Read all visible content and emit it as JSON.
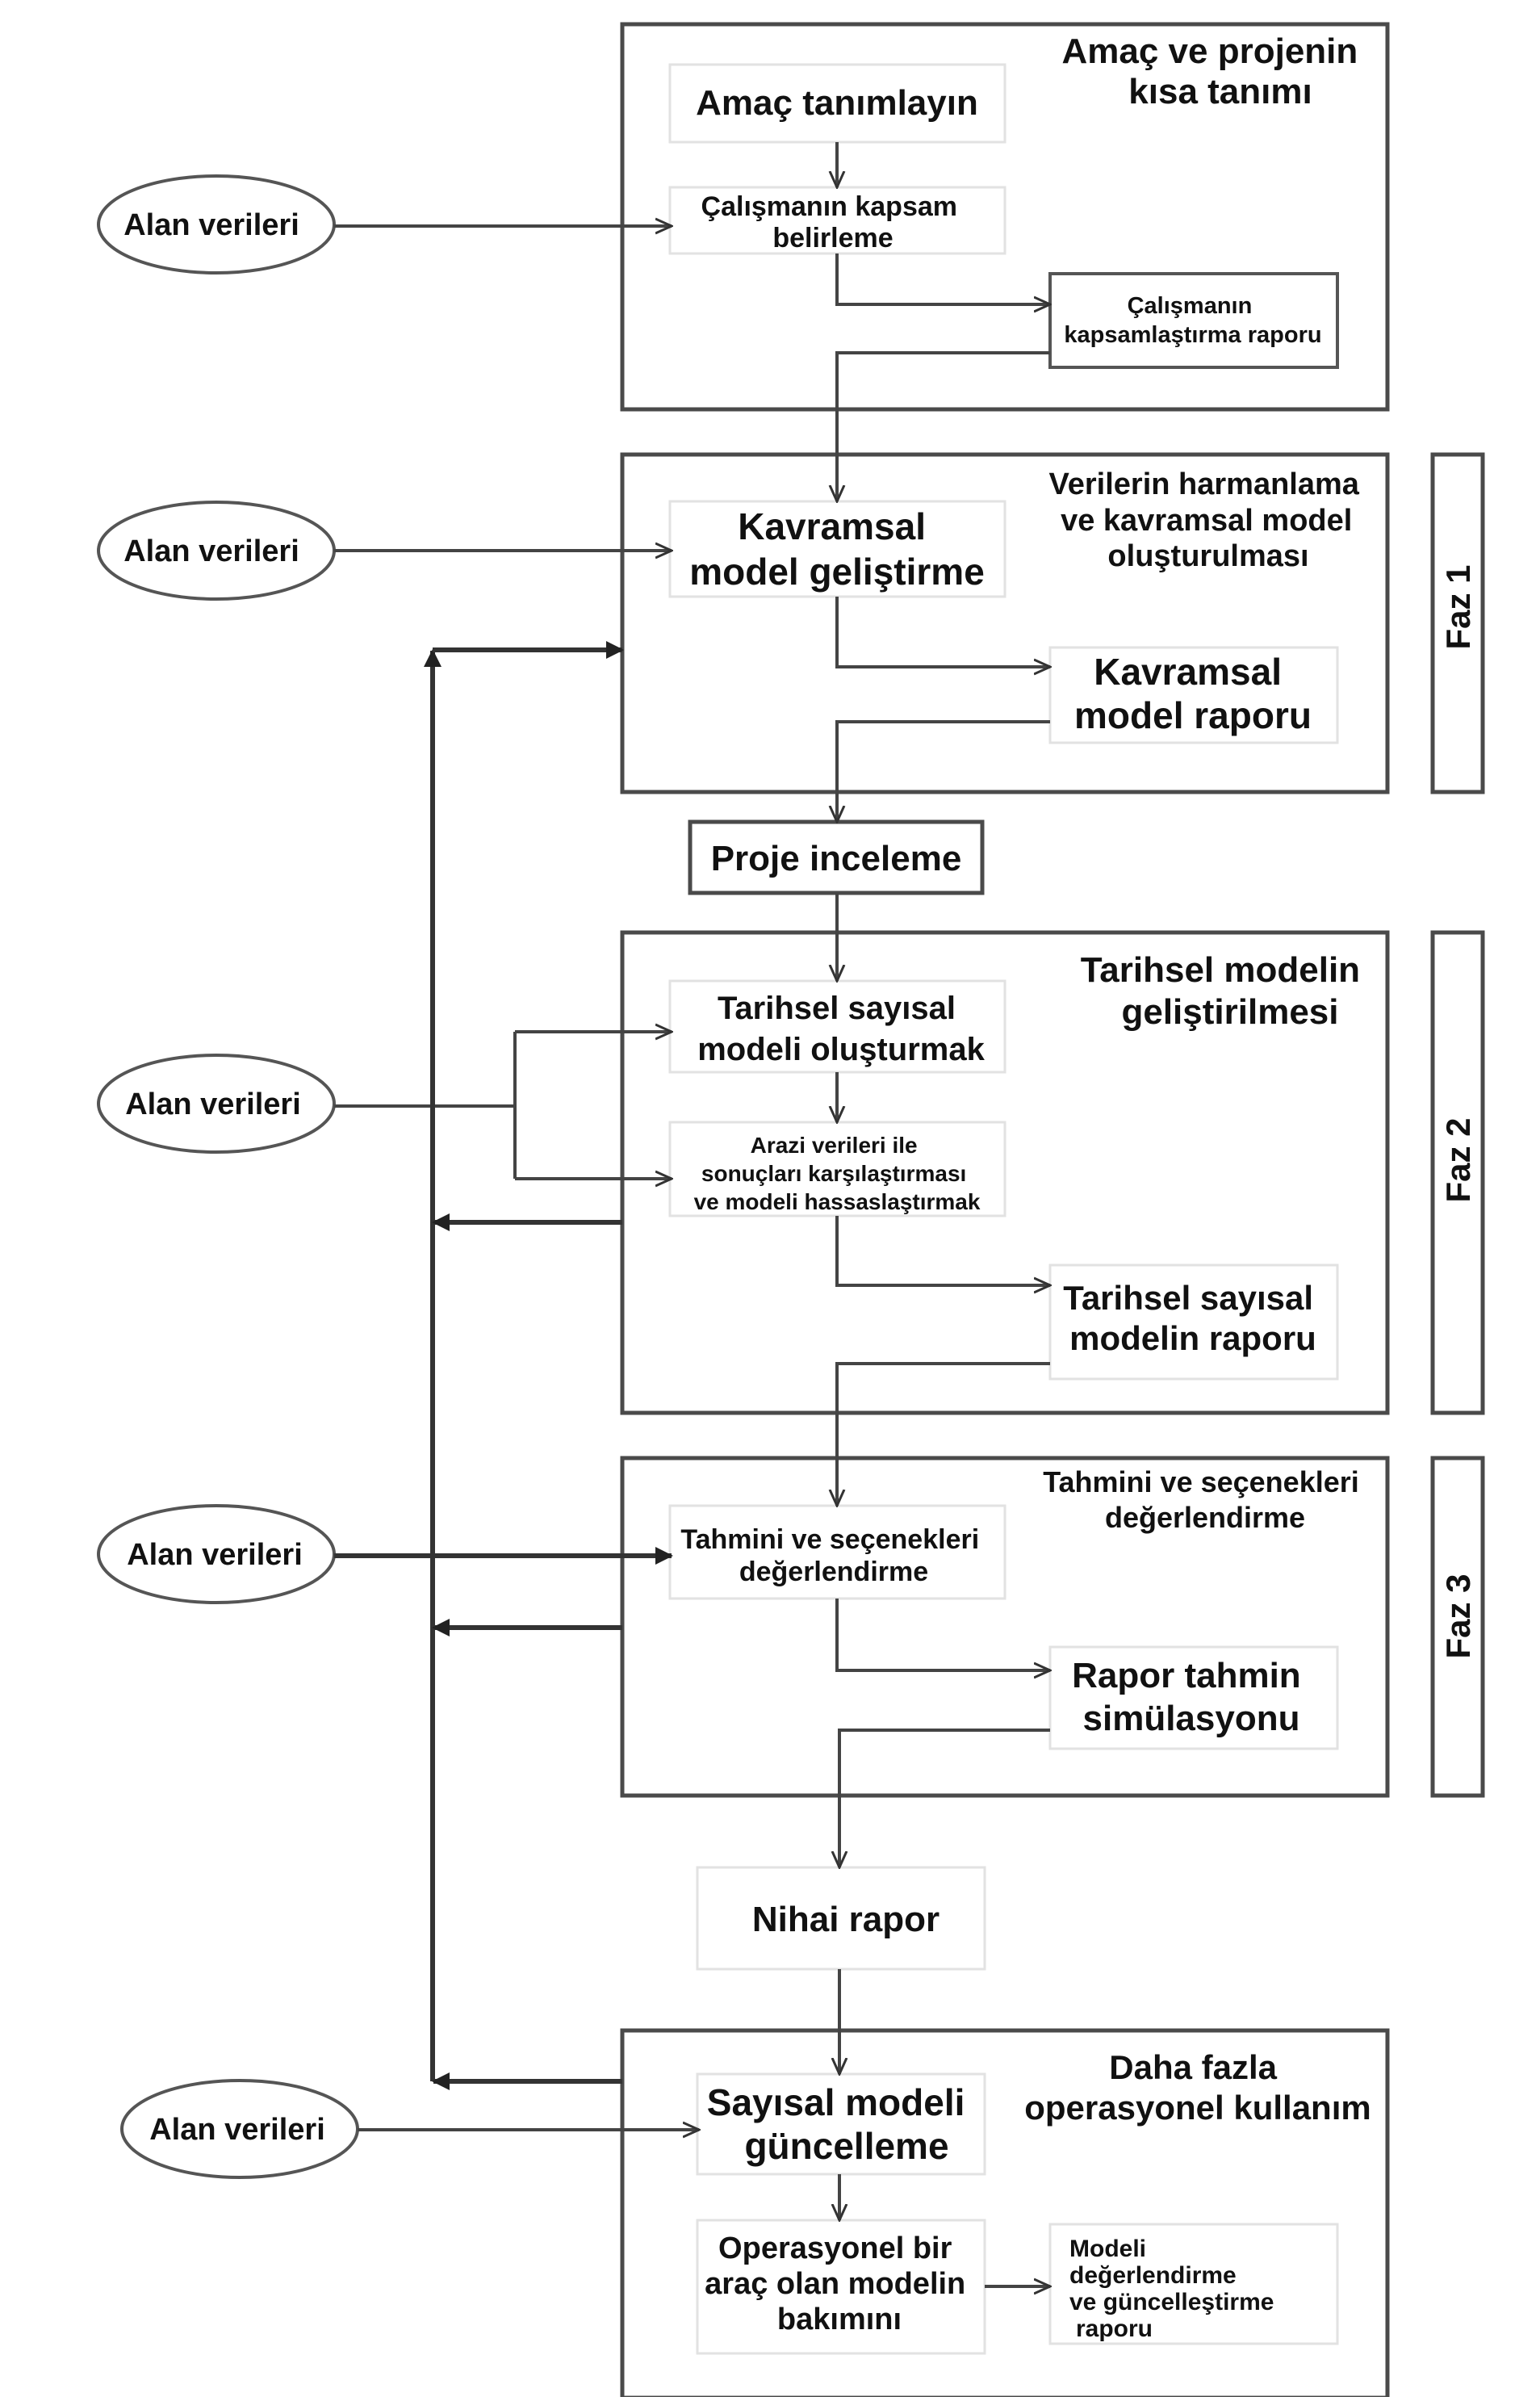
{
  "sections": {
    "s1": {
      "title": [
        "Amaç ve projenin",
        "kısa tanımı"
      ]
    },
    "s2": {
      "title": [
        "Verilerin harmanlama",
        "ve kavramsal model",
        "oluşturulması"
      ]
    },
    "s3": {
      "title": [
        "Tarihsel modelin",
        "geliştirilmesi"
      ]
    },
    "s4": {
      "title": [
        "Tahmini ve seçenekleri",
        "değerlendirme"
      ]
    },
    "s5": {
      "title": [
        "Daha fazla",
        "operasyonel kullanım"
      ]
    }
  },
  "phases": {
    "faz1": "Faz 1",
    "faz2": "Faz 2",
    "faz3": "Faz 3"
  },
  "inputs": {
    "in1": "Alan verileri",
    "in2": "Alan verileri",
    "in3": "Alan verileri",
    "in4": "Alan verileri",
    "in5": "Alan verileri"
  },
  "steps": {
    "b1": [
      "Amaç tanımlayın"
    ],
    "b2": [
      "Çalışmanın kapsam",
      "belirleme"
    ],
    "b3": [
      "Çalışmanın",
      "kapsamlaştırma raporu"
    ],
    "b4": [
      "Kavramsal",
      "model geliştirme"
    ],
    "b5": [
      "Kavramsal",
      "model raporu"
    ],
    "b6": [
      "Proje inceleme"
    ],
    "b7": [
      "Tarihsel sayısal",
      "modeli oluşturmak"
    ],
    "b8": [
      "Arazi verileri ile",
      "sonuçları karşılaştırması",
      "ve modeli hassaslaştırmak"
    ],
    "b9": [
      "Tarihsel sayısal",
      "modelin raporu"
    ],
    "b10": [
      "Tahmini ve seçenekleri",
      "değerlendirme"
    ],
    "b11": [
      "Rapor tahmin",
      "simülasyonu"
    ],
    "b12": [
      "Nihai rapor"
    ],
    "b13": [
      "Sayısal modeli",
      "güncelleme"
    ],
    "b14": [
      "Operasyonel bir",
      "araç olan modelin",
      "bakımını"
    ],
    "b15": [
      "Modeli",
      "değerlendirme",
      "ve güncelleştirme",
      "raporu"
    ]
  }
}
